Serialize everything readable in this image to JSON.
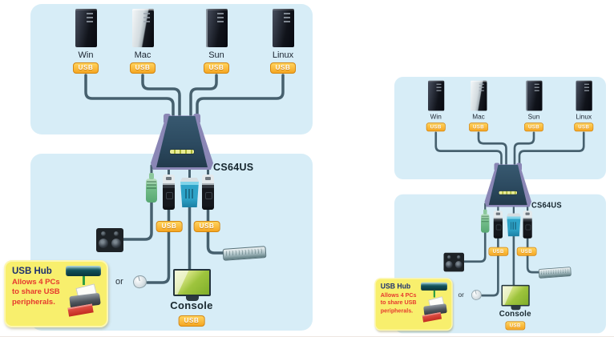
{
  "diagram": {
    "computers": [
      {
        "label": "Win"
      },
      {
        "label": "Mac"
      },
      {
        "label": "Sun"
      },
      {
        "label": "Linux"
      }
    ],
    "usb_badge": "USB",
    "device_label": "CS64US",
    "console_label": "Console",
    "or_label": "or",
    "callout": {
      "title": "USB Hub",
      "lines": [
        "Allows 4 PCs",
        "to share USB",
        "peripherals."
      ]
    }
  },
  "colors": {
    "panel_bg": "#d7edf7",
    "cable": "#46606e",
    "badge_bg": "#f5a623",
    "badge_border": "#d4860f",
    "badge_text": "#ffffff",
    "device_body": "#2c4a60",
    "device_trim": "#8a86b5",
    "led": "#cdd45e",
    "screen_green": "#9ec43d",
    "callout_bg": "#f8ef6d",
    "callout_title": "#1c2f6e",
    "callout_text": "#e6392e",
    "label_text": "#1b2430"
  }
}
